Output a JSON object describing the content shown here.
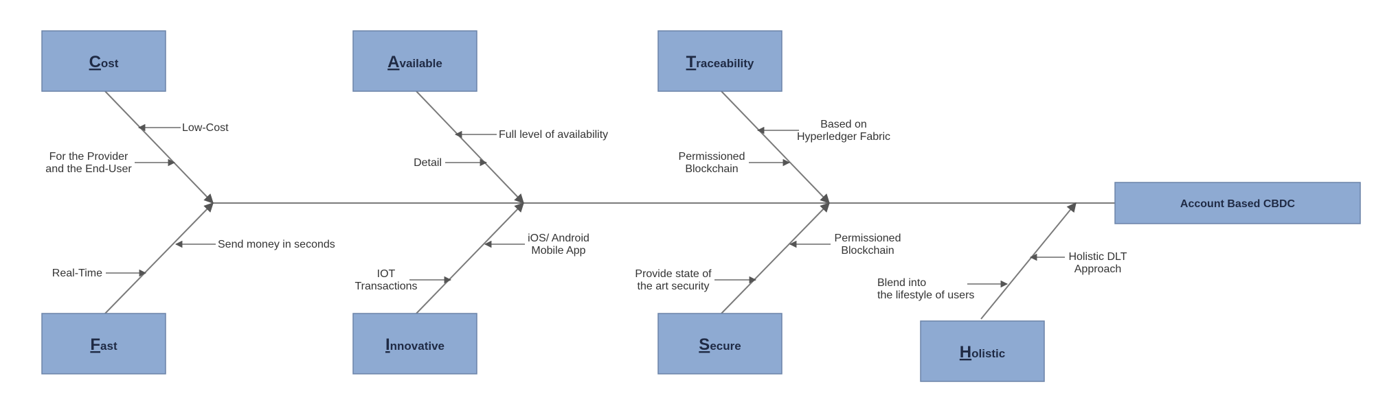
{
  "effect": {
    "label": "Account Based CBDC"
  },
  "categories": [
    {
      "key": "cost",
      "first": "C",
      "rest": "ost",
      "causes": [
        {
          "lines": [
            "Low-Cost"
          ]
        },
        {
          "lines": [
            "For the Provider",
            "and the End-User"
          ]
        }
      ]
    },
    {
      "key": "available",
      "first": "A",
      "rest": "vailable",
      "causes": [
        {
          "lines": [
            "Full level of availability"
          ]
        },
        {
          "lines": [
            "Detail"
          ]
        }
      ]
    },
    {
      "key": "traceability",
      "first": "T",
      "rest": "raceability",
      "causes": [
        {
          "lines": [
            "Based on",
            "Hyperledger Fabric"
          ]
        },
        {
          "lines": [
            "Permissioned",
            "Blockchain"
          ]
        }
      ]
    },
    {
      "key": "fast",
      "first": "F",
      "rest": "ast",
      "causes": [
        {
          "lines": [
            "Send money in seconds"
          ]
        },
        {
          "lines": [
            "Real-Time"
          ]
        }
      ]
    },
    {
      "key": "innovative",
      "first": "I",
      "rest": "nnovative",
      "causes": [
        {
          "lines": [
            "iOS/ Android",
            "Mobile App"
          ]
        },
        {
          "lines": [
            "IOT",
            "Transactions"
          ]
        }
      ]
    },
    {
      "key": "secure",
      "first": "S",
      "rest": "ecure",
      "causes": [
        {
          "lines": [
            "Permissioned",
            "Blockchain"
          ]
        },
        {
          "lines": [
            "Provide state of",
            "the art security"
          ]
        }
      ]
    },
    {
      "key": "holistic",
      "first": "H",
      "rest": "olistic",
      "causes": [
        {
          "lines": [
            "Holistic DLT",
            "Approach"
          ]
        },
        {
          "lines": [
            "Blend into",
            "the lifestyle of users"
          ]
        }
      ]
    }
  ]
}
